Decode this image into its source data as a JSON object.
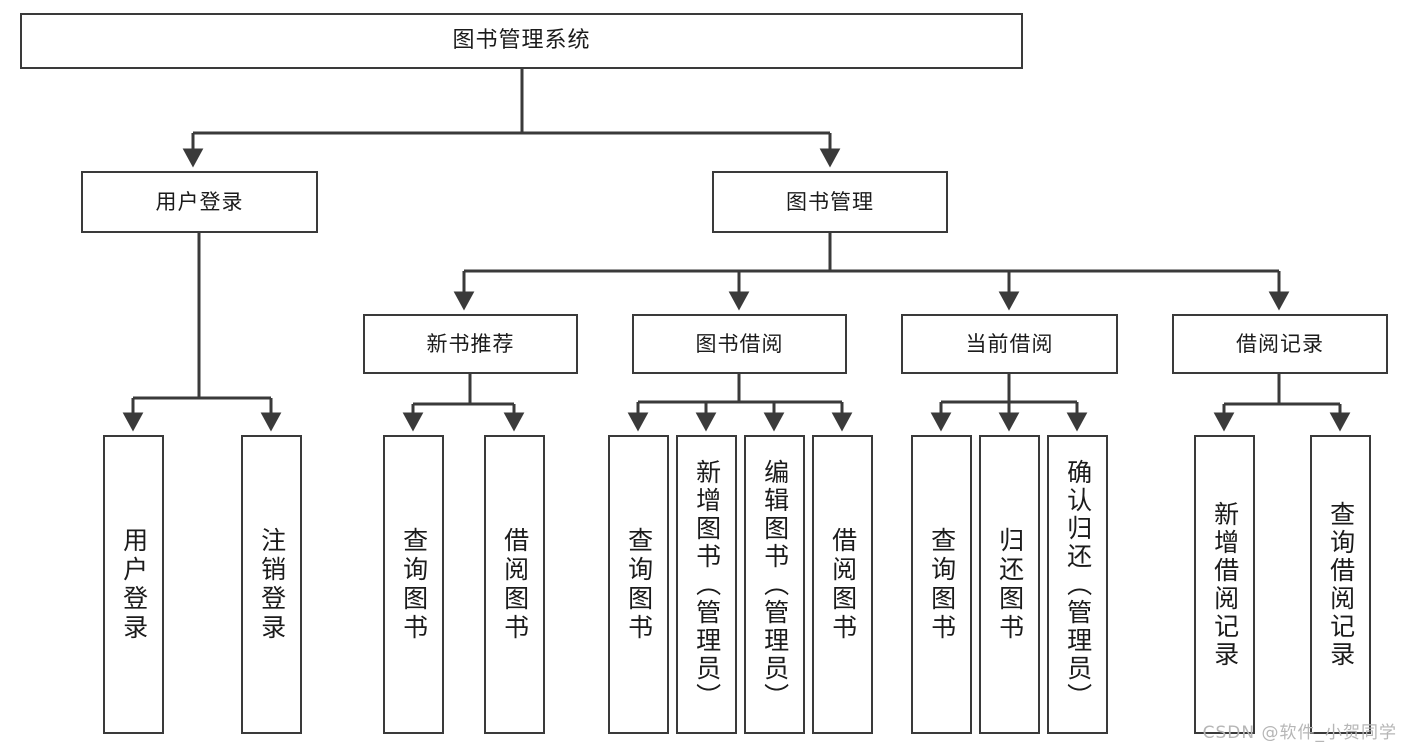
{
  "diagram": {
    "title": "图书管理系统",
    "type": "tree-hierarchy",
    "watermark": "CSDN @软件_小贺同学",
    "colors": {
      "background": "#ffffff",
      "box_border": "#3a3a3a",
      "box_fill": "#ffffff",
      "connector": "#3a3a3a",
      "text": "#1b1b1b",
      "watermark": "#b6b6b6"
    },
    "root": {
      "label": "图书管理系统"
    },
    "level2": [
      {
        "label": "用户登录"
      },
      {
        "label": "图书管理"
      }
    ],
    "level3": [
      {
        "label": "新书推荐"
      },
      {
        "label": "图书借阅"
      },
      {
        "label": "当前借阅"
      },
      {
        "label": "借阅记录"
      }
    ],
    "leaves": {
      "user_login": [
        {
          "label": "用户登录"
        },
        {
          "label": "注销登录"
        }
      ],
      "new_book_recommend": [
        {
          "label": "查询图书"
        },
        {
          "label": "借阅图书"
        }
      ],
      "book_borrow": [
        {
          "label": "查询图书"
        },
        {
          "label": "新增图书（管理员）"
        },
        {
          "label": "编辑图书（管理员）"
        },
        {
          "label": "借阅图书"
        }
      ],
      "current_borrow": [
        {
          "label": "查询图书"
        },
        {
          "label": "归还图书"
        },
        {
          "label": "确认归还（管理员）"
        }
      ],
      "borrow_record": [
        {
          "label": "新增借阅记录"
        },
        {
          "label": "查询借阅记录"
        }
      ]
    }
  }
}
